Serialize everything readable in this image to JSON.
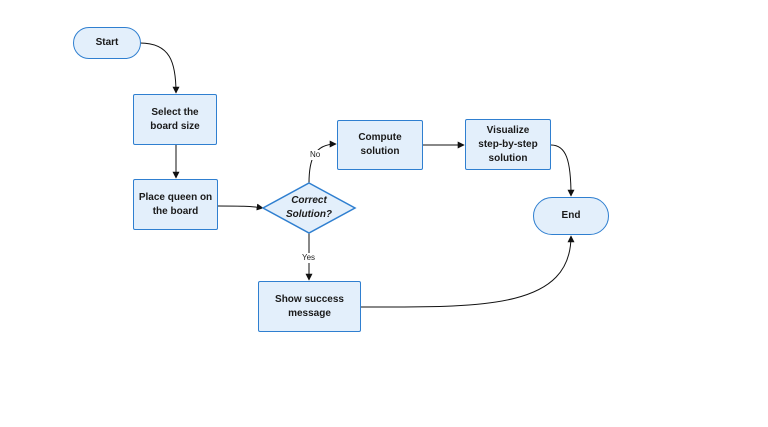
{
  "colors": {
    "node_fill": "#e3effb",
    "node_border": "#2f7fd0",
    "edge": "#111111"
  },
  "nodes": {
    "start": {
      "label": "Start",
      "shape": "terminal"
    },
    "select_board": {
      "label": "Select the\nboard size",
      "shape": "process"
    },
    "place_queen": {
      "label": "Place queen on\nthe board",
      "shape": "process"
    },
    "decision": {
      "label": "Correct\nSolution?",
      "shape": "decision"
    },
    "compute": {
      "label": "Compute\nsolution",
      "shape": "process"
    },
    "visualize": {
      "label": "Visualize\nstep-by-step\nsolution",
      "shape": "process"
    },
    "end": {
      "label": "End",
      "shape": "terminal"
    },
    "success": {
      "label": "Show success\nmessage",
      "shape": "process"
    }
  },
  "edges": [
    {
      "from": "start",
      "to": "select_board",
      "label": ""
    },
    {
      "from": "select_board",
      "to": "place_queen",
      "label": ""
    },
    {
      "from": "place_queen",
      "to": "decision",
      "label": ""
    },
    {
      "from": "decision",
      "to": "compute",
      "label": "No"
    },
    {
      "from": "decision",
      "to": "success",
      "label": "Yes"
    },
    {
      "from": "compute",
      "to": "visualize",
      "label": ""
    },
    {
      "from": "visualize",
      "to": "end",
      "label": ""
    },
    {
      "from": "success",
      "to": "end",
      "label": ""
    }
  ]
}
